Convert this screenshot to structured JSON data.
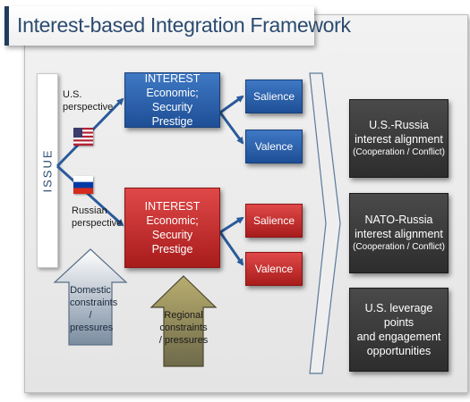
{
  "title": "Interest-based Integration Framework",
  "issue_label": "ISSUE",
  "us": {
    "perspective_label": "U.S. perspective",
    "interest": {
      "line1": "INTEREST",
      "line2": "Economic; Security",
      "line3": "Prestige"
    },
    "salience": "Salience",
    "valence": "Valence"
  },
  "russia": {
    "perspective_label": "Russian perspective",
    "interest": {
      "line1": "INTEREST",
      "line2": "Economic; Security",
      "line3": "Prestige"
    },
    "salience": "Salience",
    "valence": "Valence"
  },
  "domestic_constraints": "Domestic constraints / pressures",
  "regional_constraints": "Regional constraints / pressures",
  "outcomes": [
    {
      "line1": "U.S.-Russia",
      "line2": "interest alignment",
      "sub": "(Cooperation / Conflict)"
    },
    {
      "line1": "NATO-Russia",
      "line2": "interest alignment",
      "sub": "(Cooperation / Conflict)"
    },
    {
      "line1": "U.S. leverage points",
      "line2": "and engagement",
      "line3": "opportunities"
    }
  ],
  "colors": {
    "us_blue": "#2a5faa",
    "russia_red": "#c42b2b",
    "outcome_dark": "#3a3a3a",
    "title_blue": "#2b4a6f"
  }
}
